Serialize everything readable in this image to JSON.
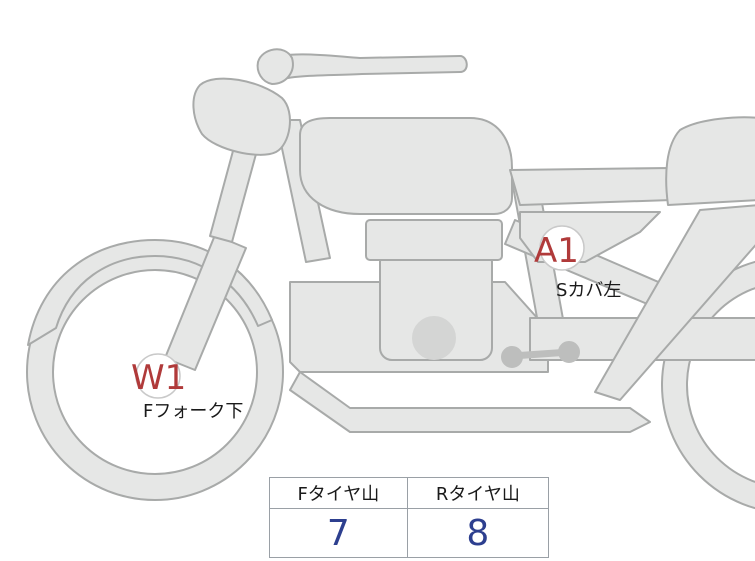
{
  "colors": {
    "body_fill": "#e6e7e6",
    "outline": "#a8aaa9",
    "marker_text": "#b03a3a",
    "value_text": "#2d3f8f",
    "table_border": "#9aa0a6"
  },
  "markers": [
    {
      "label": "W1",
      "caption": "Fフォーク下"
    },
    {
      "label": "A1",
      "caption": "Sカバ左"
    }
  ],
  "table": {
    "headers": [
      "Fタイヤ山",
      "Rタイヤ山"
    ],
    "values": [
      "7",
      "8"
    ]
  }
}
